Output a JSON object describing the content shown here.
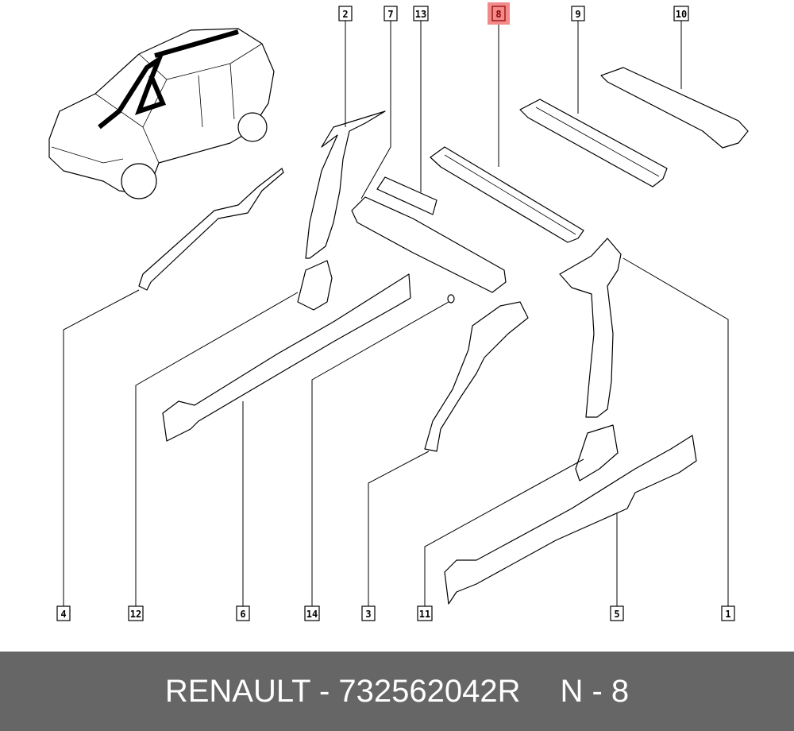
{
  "diagram": {
    "callouts": [
      {
        "number": "2",
        "highlighted": false
      },
      {
        "number": "7",
        "highlighted": false
      },
      {
        "number": "13",
        "highlighted": false
      },
      {
        "number": "8",
        "highlighted": true
      },
      {
        "number": "9",
        "highlighted": false
      },
      {
        "number": "10",
        "highlighted": false
      },
      {
        "number": "4",
        "highlighted": false
      },
      {
        "number": "12",
        "highlighted": false
      },
      {
        "number": "6",
        "highlighted": false
      },
      {
        "number": "14",
        "highlighted": false
      },
      {
        "number": "3",
        "highlighted": false
      },
      {
        "number": "11",
        "highlighted": false
      },
      {
        "number": "5",
        "highlighted": false
      },
      {
        "number": "1",
        "highlighted": false
      }
    ],
    "highlight_color": "#f28a8a"
  },
  "footer": {
    "part_text": "RENAULT - 732562042R",
    "position_text": "N - 8",
    "background": "#666666"
  }
}
